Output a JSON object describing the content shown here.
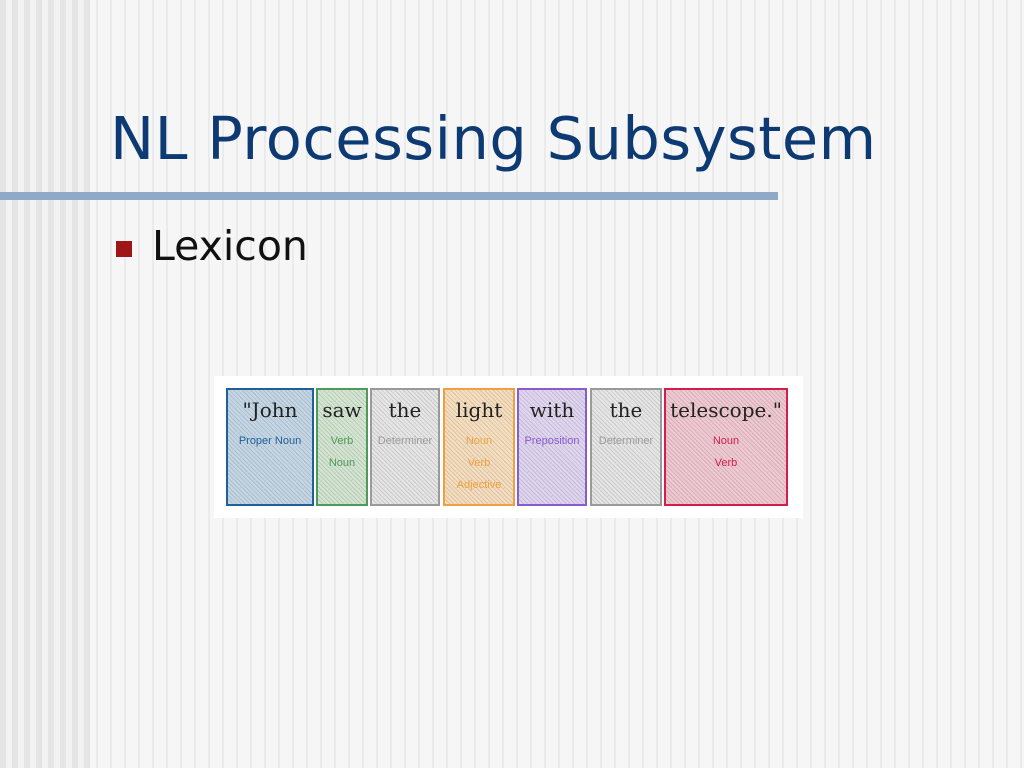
{
  "slide": {
    "title": "NL Processing Subsystem",
    "bullet": "Lexicon"
  },
  "lexicon": {
    "words": [
      {
        "word": "\"John",
        "tags": [
          "Proper Noun"
        ],
        "color": "#1f5f9a",
        "fill": "#c5d7e6"
      },
      {
        "word": "saw",
        "tags": [
          "Verb",
          "Noun"
        ],
        "color": "#4f9a5a",
        "fill": "#d4e6d2"
      },
      {
        "word": "the",
        "tags": [
          "Determiner"
        ],
        "color": "#9a9a9a",
        "fill": "#e6e6e6"
      },
      {
        "word": "light",
        "tags": [
          "Noun",
          "Verb",
          "Adjective"
        ],
        "color": "#f0a040",
        "fill": "#f6dfbf"
      },
      {
        "word": "with",
        "tags": [
          "Preposition"
        ],
        "color": "#8a5ad0",
        "fill": "#e0d6f0"
      },
      {
        "word": "the",
        "tags": [
          "Determiner"
        ],
        "color": "#9a9a9a",
        "fill": "#e6e6e6"
      },
      {
        "word": "telescope.\"",
        "tags": [
          "Noun",
          "Verb"
        ],
        "color": "#d21f4a",
        "fill": "#f0c9d2"
      }
    ]
  }
}
